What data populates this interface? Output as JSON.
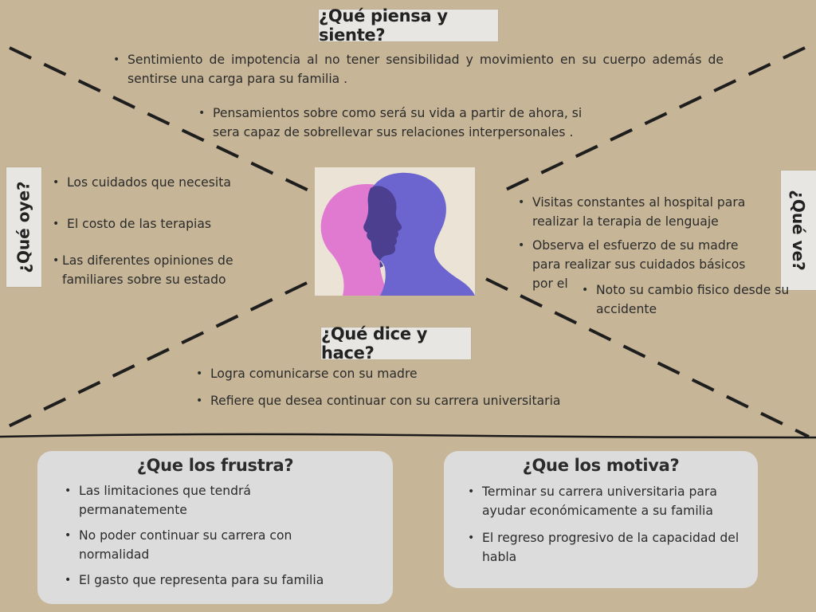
{
  "think_feel": {
    "title": "¿Qué piensa y siente?",
    "items": [
      "Sentimiento de impotencia al no tener sensibilidad y movimiento en su cuerpo además de sentirse una carga para su familia .",
      "Pensamientos sobre como será su vida a partir de ahora, si sera capaz de sobrellevar sus relaciones interpersonales  ."
    ]
  },
  "hear": {
    "title": "¿Qué oye?",
    "items": [
      "Los cuidados que necesita",
      "El costo de las terapias",
      "Las diferentes opiniones de familiares sobre su estado"
    ]
  },
  "see": {
    "title": "¿Qué ve?",
    "items": [
      "Visitas constantes al hospital para realizar la terapia de lenguaje",
      "Observa el esfuerzo de su madre para realizar sus cuidados básicos por el",
      "Noto su cambio fisico desde su accidente"
    ]
  },
  "say_do": {
    "title": "¿Qué dice y hace?",
    "items": [
      "Logra comunicarse con su madre",
      "Refiere que desea continuar con su carrera universitaria"
    ]
  },
  "frustrations": {
    "title": "¿Que los frustra?",
    "items": [
      "Las limitaciones que tendrá permanatemente",
      "No poder continuar su carrera con normalidad",
      "El gasto que representa para su familia"
    ]
  },
  "motivations": {
    "title": "¿Que los motiva?",
    "items": [
      "Terminar su carrera universitaria para ayudar económicamente a su familia",
      "El regreso progresivo de la capacidad del habla"
    ]
  },
  "colors": {
    "background": "#c6b597",
    "tape": "#e7e6e3",
    "card": "#dcdcdc",
    "head_pink": "#e07ad0",
    "head_purple": "#6d65cf",
    "head_overlap": "#4d3f8f"
  }
}
